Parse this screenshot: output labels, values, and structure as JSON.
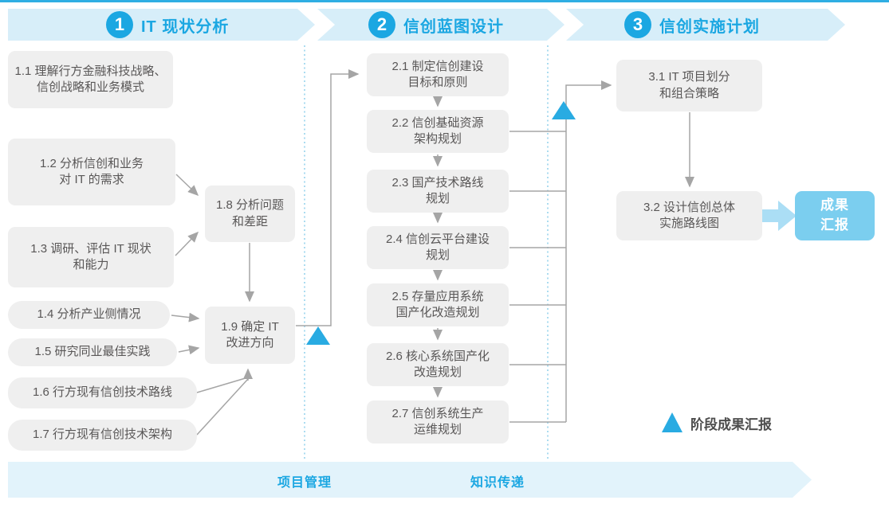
{
  "colors": {
    "accent": "#1BA7E2",
    "banner_bg": "#D7EEF9",
    "box_bg": "#EFEFEF",
    "box_text": "#595757",
    "connector": "#A5A5A5",
    "milestone_triangle": "#29ABE2",
    "result_box_bg": "#7BCEEF",
    "bottom_bar_bg": "#E2F3FB",
    "dotted_divider": "#8FD0EC"
  },
  "phases": [
    {
      "number": "1",
      "title": "IT 现状分析"
    },
    {
      "number": "2",
      "title": "信创蓝图设计"
    },
    {
      "number": "3",
      "title": "信创实施计划"
    }
  ],
  "boxes": {
    "b11": "1.1 理解行方金融科技战略、\n信创战略和业务模式",
    "b12": "1.2 分析信创和业务\n对 IT 的需求",
    "b13": "1.3 调研、评估 IT 现状\n和能力",
    "b14": "1.4 分析产业侧情况",
    "b15": "1.5 研究同业最佳实践",
    "b16": "1.6 行方现有信创技术路线",
    "b17": "1.7 行方现有信创技术架构",
    "b18": "1.8 分析问题\n和差距",
    "b19": "1.9 确定 IT\n改进方向",
    "b21": "2.1 制定信创建设\n目标和原则",
    "b22": "2.2 信创基础资源\n架构规划",
    "b23": "2.3 国产技术路线\n规划",
    "b24": "2.4 信创云平台建设\n规划",
    "b25": "2.5 存量应用系统\n国产化改造规划",
    "b26": "2.6 核心系统国产化\n改造规划",
    "b27": "2.7 信创系统生产\n运维规划",
    "b31": "3.1 IT 项目划分\n和组合策略",
    "b32": "3.2 设计信创总体\n实施路线图"
  },
  "result_box": "成果\n汇报",
  "legend": {
    "milestone_label": "阶段成果汇报"
  },
  "bottom_bar": {
    "items": [
      "项目管理",
      "知识传递"
    ]
  }
}
